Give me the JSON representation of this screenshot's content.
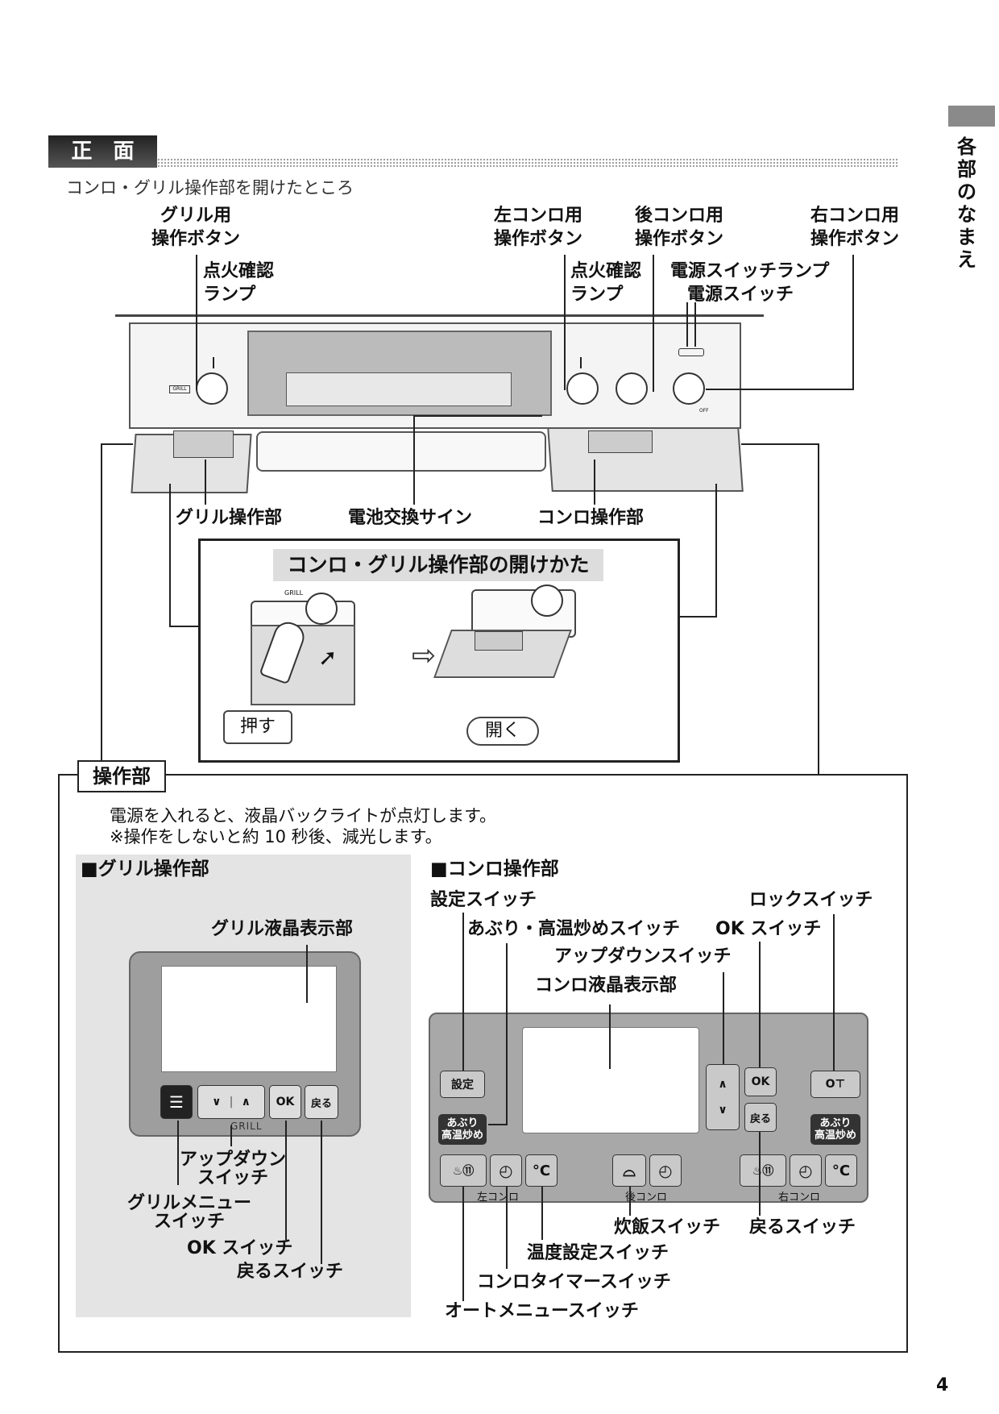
{
  "page": {
    "number": "4",
    "side_title": [
      "各",
      "部",
      "の",
      "な",
      "ま",
      "え"
    ]
  },
  "front": {
    "heading": "正　面",
    "caption": "コンロ・グリル操作部を開けたところ",
    "labels": {
      "grill_button": [
        "グリル用",
        "操作ボタン"
      ],
      "grill_lamp": [
        "点火確認",
        "ランプ"
      ],
      "left_button": [
        "左コンロ用",
        "操作ボタン"
      ],
      "rear_button": [
        "後コンロ用",
        "操作ボタン"
      ],
      "right_button": [
        "右コンロ用",
        "操作ボタン"
      ],
      "burner_lamp": [
        "点火確認",
        "ランプ"
      ],
      "power_lamp": "電源スイッチランプ",
      "power_switch": "電源スイッチ",
      "grill_panel": "グリル操作部",
      "battery_sign": "電池交換サイン",
      "konro_panel": "コンロ操作部"
    },
    "appliance_text": {
      "grill": "GRILL",
      "off": "OFF"
    }
  },
  "howto": {
    "title": "コンロ・グリル操作部の開けかた",
    "push": "押す",
    "open": "開く",
    "grill_mini": "GRILL"
  },
  "panel": {
    "title": "操作部",
    "note1": "電源を入れると、液晶バックライトが点灯します。",
    "note2": "※操作をしないと約 10 秒後、減光します。",
    "grill": {
      "heading": "■グリル操作部",
      "lcd_label": "グリル液晶表示部",
      "keys": {
        "ok": "OK",
        "back": "戻る",
        "grill": "GRILL",
        "menu_icon": "☰",
        "down": "∨",
        "up": "∧"
      },
      "labels": {
        "updown": [
          "アップダウン",
          "スイッチ"
        ],
        "menu": [
          "グリルメニュー",
          "スイッチ"
        ],
        "ok": "OK スイッチ",
        "back": "戻るスイッチ"
      }
    },
    "konro": {
      "heading": "■コンロ操作部",
      "labels": {
        "settings": "設定スイッチ",
        "aburi": "あぶり・高温炒めスイッチ",
        "updown": "アップダウンスイッチ",
        "lcd": "コンロ液晶表示部",
        "lock": "ロックスイッチ",
        "ok": "OK スイッチ",
        "rice": "炊飯スイッチ",
        "back": "戻るスイッチ",
        "temp": "温度設定スイッチ",
        "timer": "コンロタイマースイッチ",
        "auto": "オートメニュースイッチ"
      },
      "keys": {
        "settings": "設定",
        "aburi": [
          "あぶり",
          "高温炒め"
        ],
        "up": "∧",
        "down": "∨",
        "ok": "OK",
        "back": "戻る",
        "lock_icon": "O⊤",
        "auto_icon": "♨⑪",
        "timer_icon": "◴",
        "temp": "°C",
        "rice_icon": "⌓",
        "left": "左コンロ",
        "rear": "後コンロ",
        "right": "右コンロ"
      }
    }
  }
}
